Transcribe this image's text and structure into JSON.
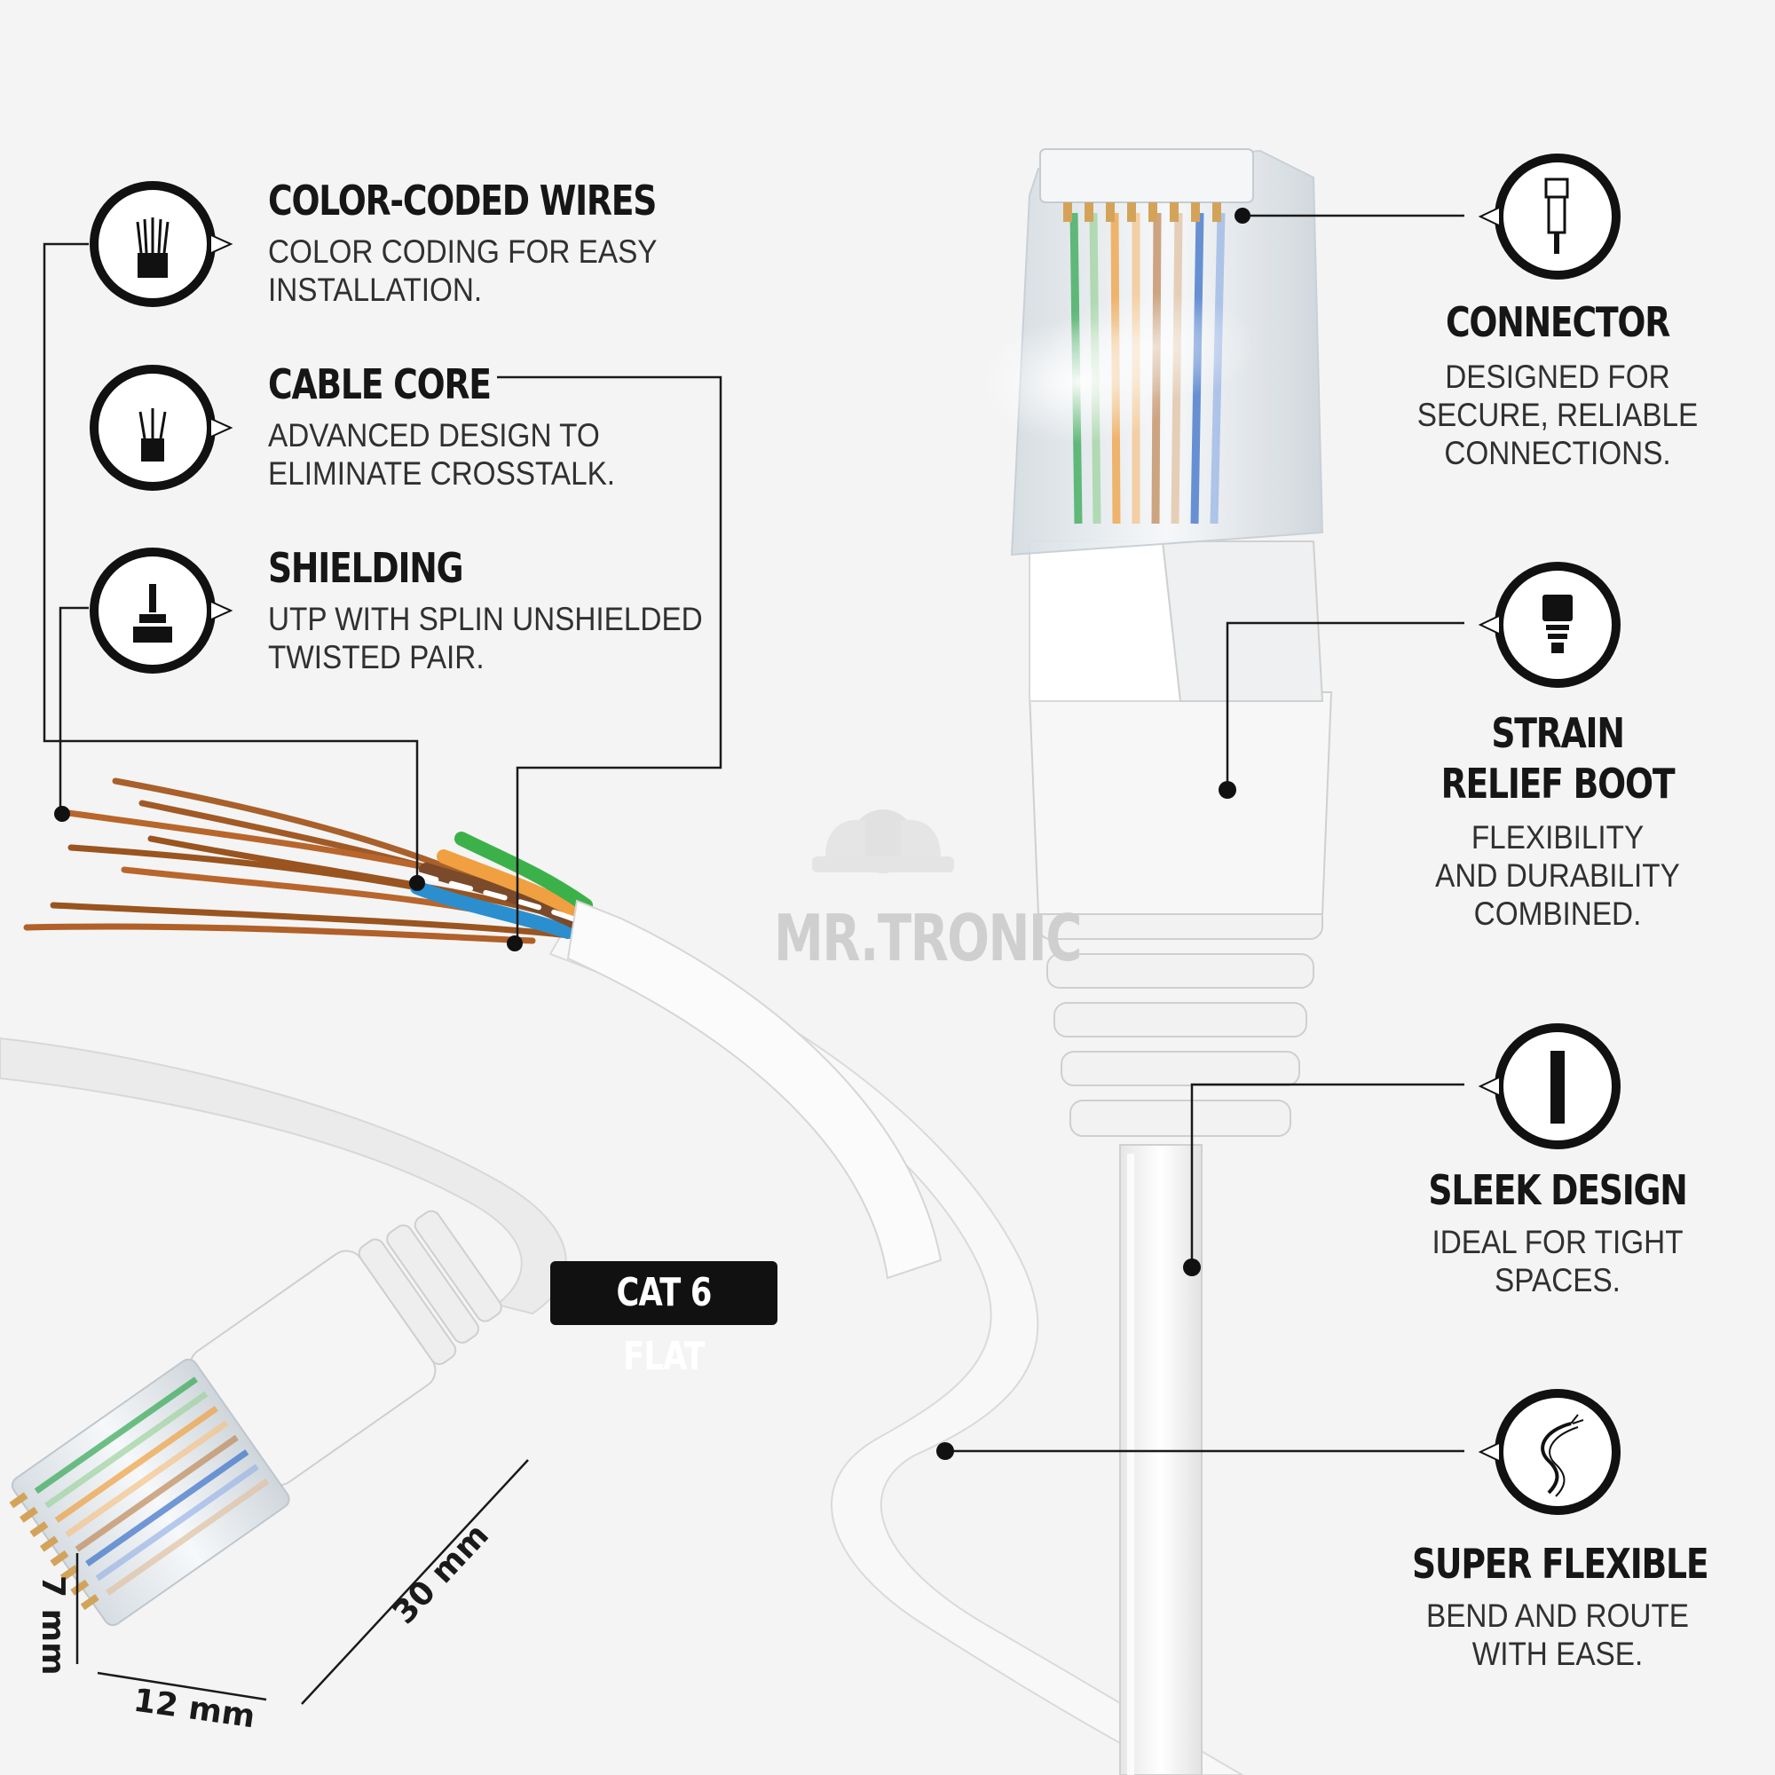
{
  "features_left": [
    {
      "title": "COLOR-CODED WIRES",
      "desc": [
        "COLOR CODING FOR EASY",
        "INSTALLATION."
      ],
      "icon": "wire-bundle-icon"
    },
    {
      "title": "CABLE CORE",
      "desc": [
        "ADVANCED DESIGN TO",
        "ELIMINATE CROSSTALK."
      ],
      "icon": "cable-core-icon"
    },
    {
      "title": "SHIELDING",
      "desc": [
        "UTP WITH SPLIN UNSHIELDED",
        "TWISTED PAIR."
      ],
      "icon": "shielding-icon"
    }
  ],
  "features_right": [
    {
      "title": [
        "CONNECTOR"
      ],
      "desc": [
        "DESIGNED FOR",
        "SECURE, RELIABLE",
        "CONNECTIONS."
      ],
      "icon": "rj45-connector-icon"
    },
    {
      "title": [
        "STRAIN",
        "RELIEF BOOT"
      ],
      "desc": [
        "FLEXIBILITY",
        "AND DURABILITY",
        "COMBINED."
      ],
      "icon": "strain-relief-boot-icon"
    },
    {
      "title": [
        "SLEEK DESIGN"
      ],
      "desc": [
        "IDEAL FOR TIGHT",
        "SPACES."
      ],
      "icon": "flat-cable-icon"
    },
    {
      "title": [
        "SUPER FLEXIBLE"
      ],
      "desc": [
        "BEND AND ROUTE",
        "WITH EASE."
      ],
      "icon": "flexible-cable-icon"
    }
  ],
  "badge": "CAT 6 FLAT",
  "logo": "MR.TRONIC",
  "dimensions": {
    "height": "7 mm",
    "width": "12 mm",
    "length": "30 mm"
  },
  "colors": {
    "background": "#f4f4f4",
    "ink": "#111111",
    "cable": "#ffffff",
    "copper": "#a65a22"
  }
}
